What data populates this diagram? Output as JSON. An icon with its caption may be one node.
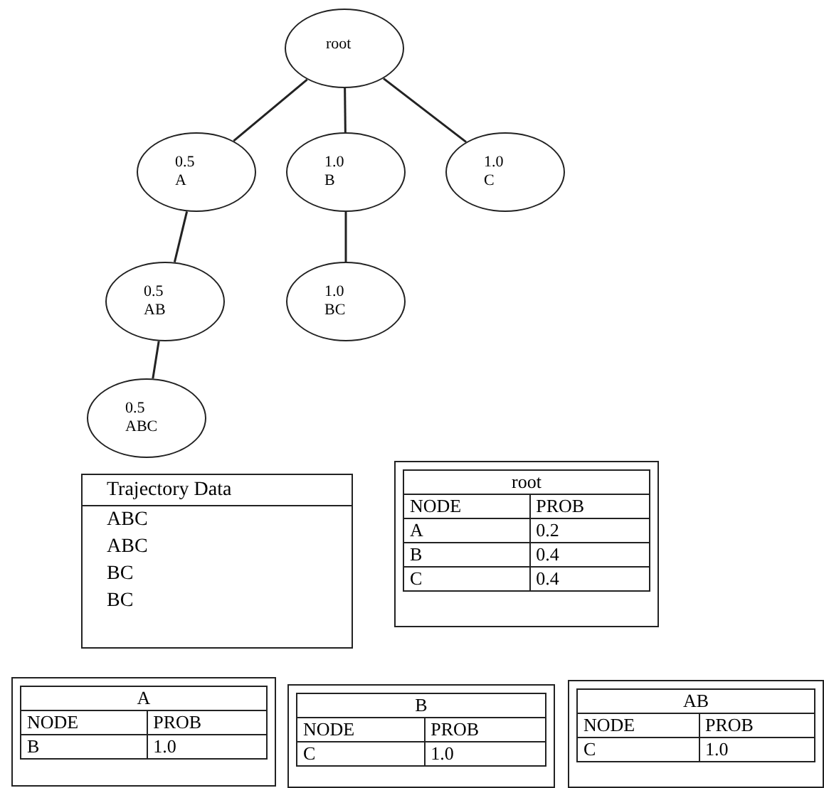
{
  "diagram": {
    "nodes": [
      {
        "text": [
          "root"
        ]
      },
      {
        "text": [
          "0.5",
          "A"
        ]
      },
      {
        "text": [
          "1.0",
          "B"
        ]
      },
      {
        "text": [
          "1.0",
          "C"
        ]
      },
      {
        "text": [
          "0.5",
          "AB"
        ]
      },
      {
        "text": [
          "1.0",
          "BC"
        ]
      },
      {
        "text": [
          "0.5",
          "ABC"
        ]
      }
    ],
    "edges": [
      {
        "from": 0,
        "to": 1,
        "arrow": "none"
      },
      {
        "from": 0,
        "to": 2,
        "arrow": "none"
      },
      {
        "from": 0,
        "to": 3,
        "arrow": "none"
      },
      {
        "from": 1,
        "to": 4,
        "arrow": "none"
      },
      {
        "from": 2,
        "to": 5,
        "arrow": "none"
      },
      {
        "from": 4,
        "to": 6,
        "arrow": "none"
      }
    ],
    "labels": [
      "Trajectory Data",
      "ABC",
      "ABC",
      "BC",
      "BC",
      "root",
      "NODE",
      "PROB",
      "A",
      "0.2",
      "B",
      "0.4",
      "C",
      "0.4",
      "A",
      "NODE",
      "PROB",
      "B",
      "1.0",
      "B",
      "NODE",
      "PROB",
      "C",
      "1.0",
      "AB",
      "NODE",
      "PROB",
      "C",
      "1.0"
    ]
  }
}
